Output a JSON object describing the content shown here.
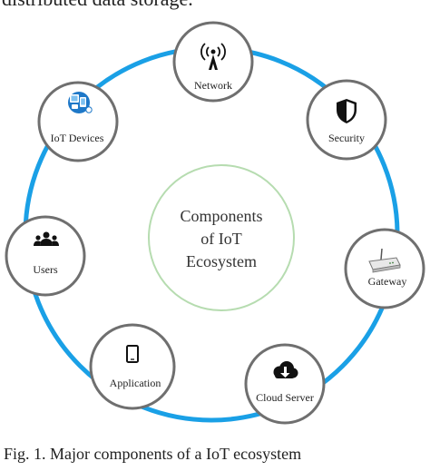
{
  "header_fragment": "distributed data storage.",
  "center": {
    "lines": [
      "Components",
      "of IoT",
      "Ecosystem"
    ]
  },
  "nodes": [
    {
      "id": "network",
      "label": "Network",
      "icon": "antenna-icon"
    },
    {
      "id": "security",
      "label": "Security",
      "icon": "shield-icon"
    },
    {
      "id": "gateway",
      "label": "Gateway",
      "icon": "router-icon"
    },
    {
      "id": "cloud-server",
      "label": "Cloud Server",
      "icon": "cloud-download-icon"
    },
    {
      "id": "application",
      "label": "Application",
      "icon": "smartphone-icon"
    },
    {
      "id": "users",
      "label": "Users",
      "icon": "users-icon"
    },
    {
      "id": "iot-devices",
      "label": "IoT Devices",
      "icon": "devices-icon"
    }
  ],
  "caption": "Fig. 1.   Major components of a IoT ecosystem",
  "colors": {
    "ring": "#1aa0e6",
    "node_border": "#6f6f6f",
    "center_border": "#b6dcb0"
  }
}
